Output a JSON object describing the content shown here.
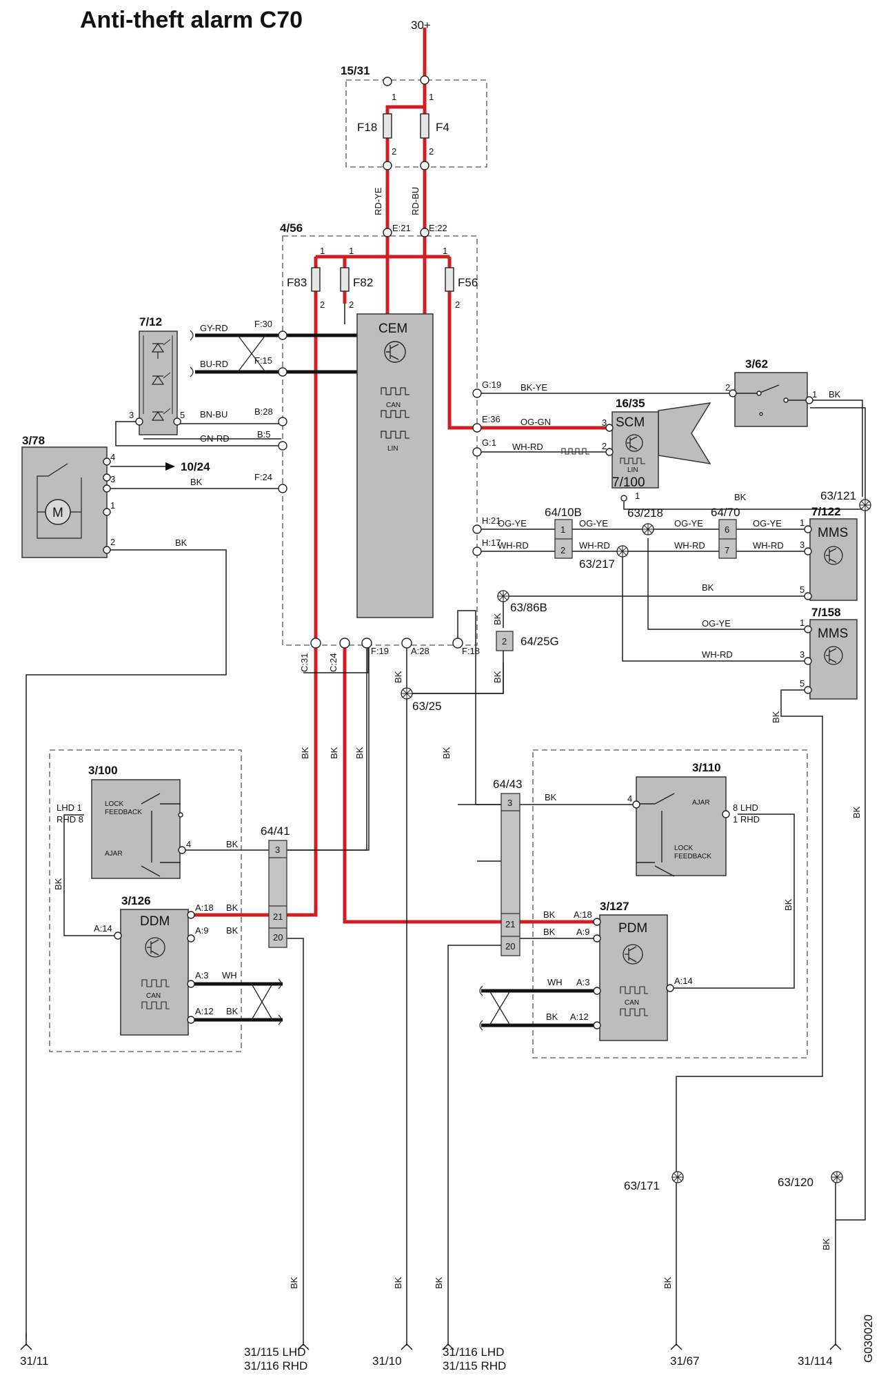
{
  "title": "Anti-theft alarm C70",
  "drawing_code": "G030020",
  "supply": "30+",
  "colors": {
    "power_wire": "#cf1f23",
    "component_fill": "#bdbdbd"
  },
  "fuse_box": {
    "id": "15/31",
    "fuses": [
      "F18",
      "F4"
    ]
  },
  "cem_box": {
    "id": "4/56",
    "fuses": [
      "F83",
      "F82",
      "F56"
    ],
    "module": "CEM"
  },
  "pin_numbers": {
    "one": "1",
    "two": "2",
    "three": "3",
    "four": "4",
    "five": "5",
    "eight": "8"
  },
  "wire_colors": {
    "rd_ye": "RD-YE",
    "rd_bu": "RD-BU",
    "gy_rd": "GY-RD",
    "bu_rd": "BU-RD",
    "bn_bu": "BN-BU",
    "gn_rd": "GN-RD",
    "bk": "BK",
    "bk_ye": "BK-YE",
    "og_gn": "OG-GN",
    "wh_rd": "WH-RD",
    "og_ye": "OG-YE",
    "wh": "WH"
  },
  "cem_pins": {
    "e21": "E:21",
    "e22": "E:22",
    "f30": "F:30",
    "f15": "F:15",
    "b28": "B:28",
    "b5": "B:5",
    "f24": "F:24",
    "g19": "G:19",
    "e36": "E:36",
    "g1": "G:1",
    "h21": "H:21",
    "h17": "H:17",
    "c31": "C:31",
    "c24": "C:24",
    "f19": "F:19",
    "a28": "A:28",
    "f18": "F:18"
  },
  "bus_labels": {
    "can": "CAN",
    "lin": "LIN"
  },
  "components": {
    "led_unit": "7/12",
    "motor_switch": "3/78",
    "motor_letter": "M",
    "arrow_target": "10/24",
    "hood_switch": "3/62",
    "scm": {
      "id": "16/35",
      "name": "SCM",
      "sub": "7/100"
    },
    "mms1": {
      "id": "7/122",
      "name": "MMS"
    },
    "mms2": {
      "id": "7/158",
      "name": "MMS"
    },
    "ddm": {
      "id": "3/126",
      "name": "DDM"
    },
    "pdm": {
      "id": "3/127",
      "name": "PDM"
    },
    "lock_left": "3/100",
    "lock_right": "3/110",
    "lock_feedback_1": "LOCK",
    "lock_feedback_2": "FEEDBACK",
    "ajar": "AJAR"
  },
  "connectors": {
    "c64_10b": "64/10B",
    "c64_70": "64/70",
    "c64_25g": "64/25G",
    "c64_41": "64/41",
    "c64_43": "64/43",
    "pin_6": "6",
    "pin_7": "7",
    "pin_20": "20",
    "pin_21": "21"
  },
  "splices": {
    "s63_121": "63/121",
    "s63_218": "63/218",
    "s63_217": "63/217",
    "s63_86b": "63/86B",
    "s63_25": "63/25",
    "s63_171": "63/171",
    "s63_120": "63/120"
  },
  "side_labels": {
    "lhd_1": "LHD  1",
    "rhd_8": "RHD  8",
    "lhd_8": "8 LHD",
    "rhd_1": "1 RHD"
  },
  "module_pins": {
    "a18": "A:18",
    "a9": "A:9",
    "a3": "A:3",
    "a12": "A:12",
    "a14": "A:14"
  },
  "grounds": {
    "g31_11": "31/11",
    "g31_115_lhd": "31/115 LHD",
    "g31_116_rhd": "31/116 RHD",
    "g31_10": "31/10",
    "g31_116_lhd": "31/116 LHD",
    "g31_115_rhd": "31/115 RHD",
    "g31_67": "31/67",
    "g31_114": "31/114"
  }
}
